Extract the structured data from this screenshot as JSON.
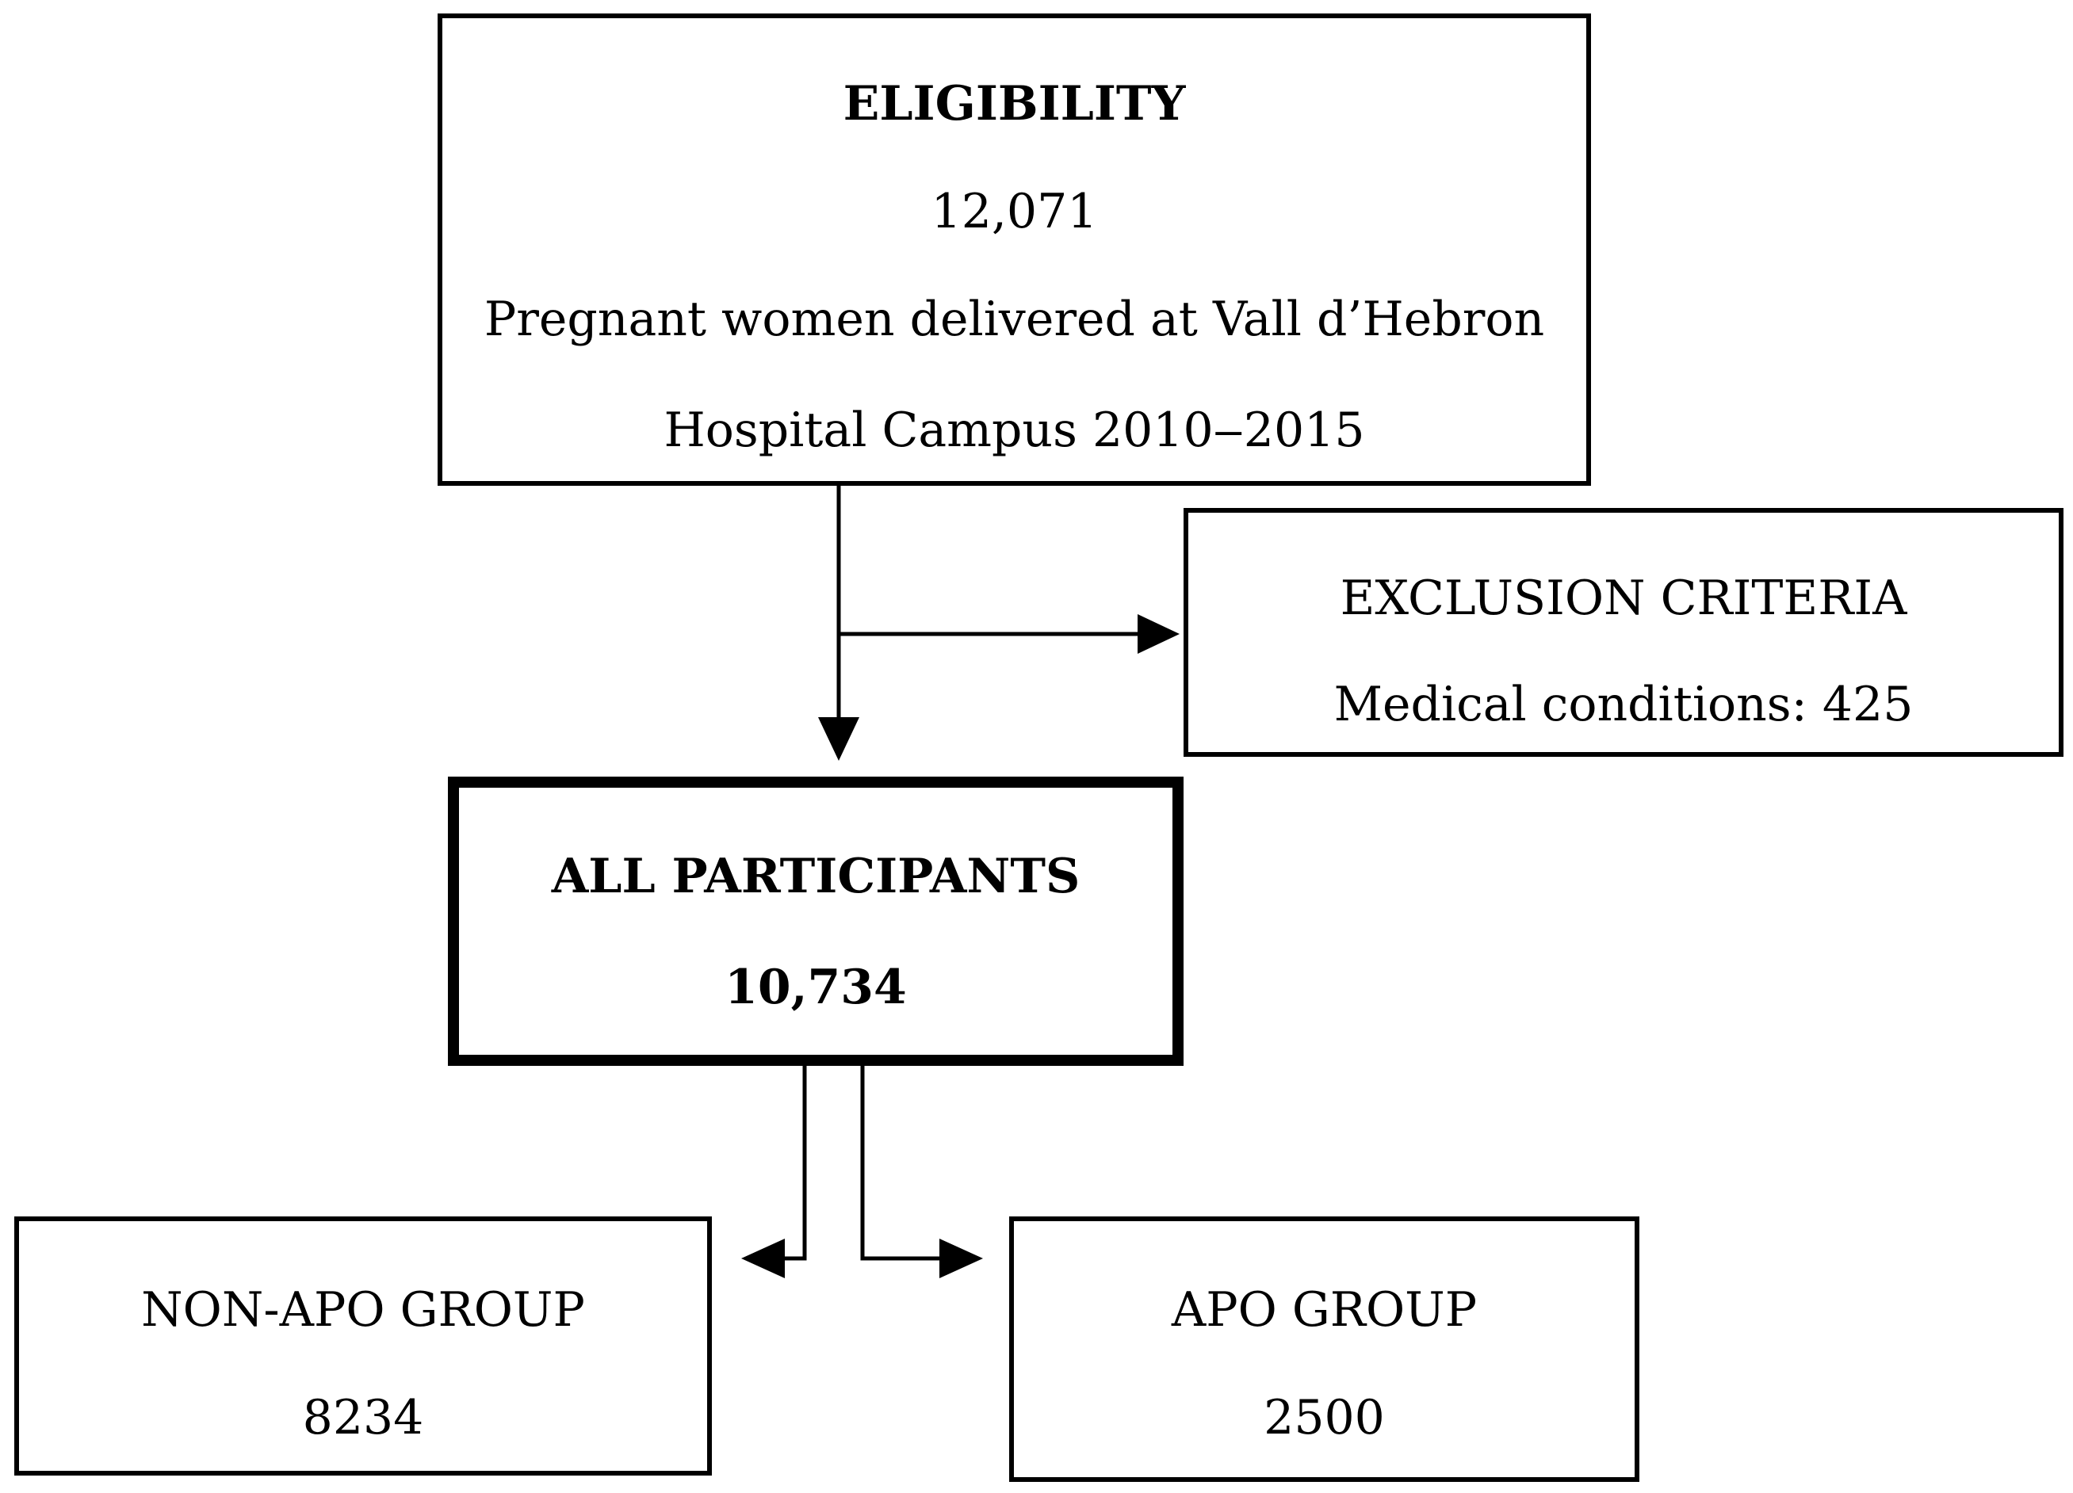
{
  "eligibility": {
    "title": "ELIGIBILITY",
    "count": "12,071",
    "description_line1": "Pregnant women delivered at Vall d’Hebron",
    "description_line2": "Hospital Campus 2010‒2015"
  },
  "exclusion": {
    "title": "EXCLUSION CRITERIA",
    "detail": "Medical conditions: 425"
  },
  "all_participants": {
    "title": "ALL PARTICIPANTS",
    "count": "10,734"
  },
  "non_apo_group": {
    "title": "NON-APO GROUP",
    "count": "8234"
  },
  "apo_group": {
    "title": "APO GROUP",
    "count": "2500"
  }
}
